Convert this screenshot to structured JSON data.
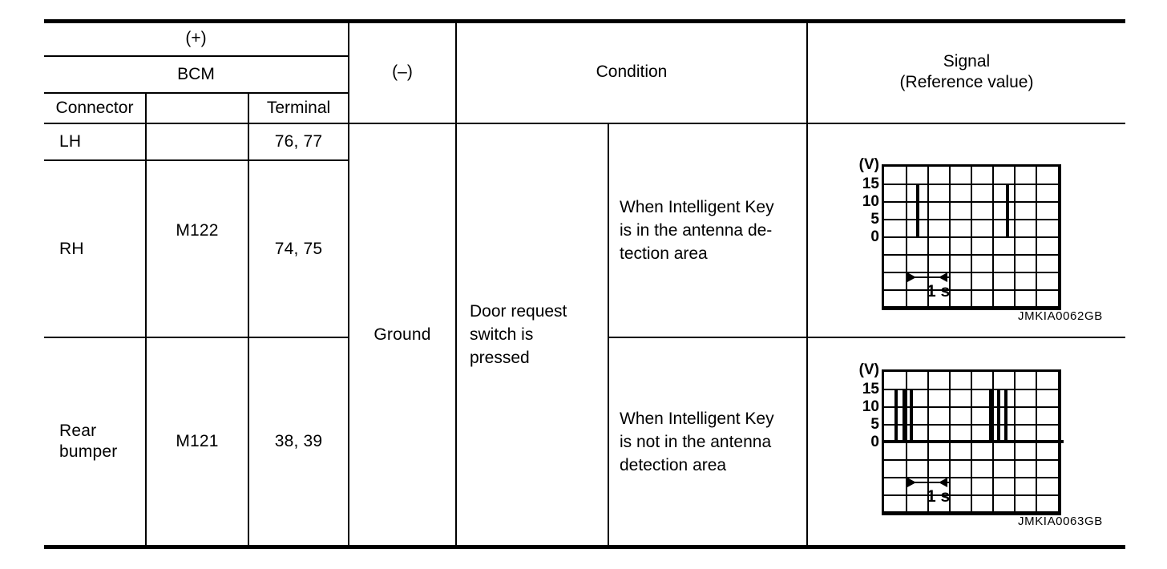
{
  "table": {
    "header": {
      "plus": "(+)",
      "bcm": "BCM",
      "connector": "Connector",
      "terminal": "Terminal",
      "minus": "(–)",
      "condition": "Condition",
      "signal_line1": "Signal",
      "signal_line2": "(Reference value)"
    },
    "rows": [
      {
        "position": "LH",
        "connector": "M122",
        "terminal": "76, 77"
      },
      {
        "position": "RH",
        "connector": "M122",
        "terminal": "74, 75"
      },
      {
        "position": "Rear\nbumper",
        "connector": "M121",
        "terminal": "38, 39"
      }
    ],
    "ground": "Ground",
    "condition_common": "Door request\nswitch is\npressed",
    "condition_upper": "When Intelligent Key\nis in the antenna de-\ntection area",
    "condition_lower": "When Intelligent Key\nis not in the antenna\ndetection area"
  },
  "chart_data": [
    {
      "type": "line",
      "title": "",
      "ylabel": "(V)",
      "xlabel": "",
      "ytick_labels": [
        "15",
        "10",
        "5",
        "0"
      ],
      "ytick_values": [
        15,
        10,
        5,
        0
      ],
      "ylim": [
        -5,
        20
      ],
      "grid": true,
      "grid_cols": 8,
      "grid_rows": 8,
      "time_marker": "1 s",
      "ref_code": "JMKIA0062GB",
      "pulses": [
        {
          "x_frac": 0.185,
          "v_low": 0,
          "v_high": 15,
          "count": 1
        },
        {
          "x_frac": 0.685,
          "v_low": 0,
          "v_high": 15,
          "count": 1
        }
      ],
      "description": "Single narrow 0-15 V pulse repeating once per cycle"
    },
    {
      "type": "line",
      "title": "",
      "ylabel": "(V)",
      "xlabel": "",
      "ytick_labels": [
        "15",
        "10",
        "5",
        "0"
      ],
      "ytick_values": [
        15,
        10,
        5,
        0
      ],
      "ylim": [
        -5,
        20
      ],
      "grid": true,
      "grid_cols": 8,
      "grid_rows": 8,
      "time_marker": "1 s",
      "ref_code": "JMKIA0063GB",
      "pulses": [
        {
          "x_frac": 0.072,
          "v_low": 0,
          "v_high": 15,
          "count": 3
        },
        {
          "x_frac": 0.6,
          "v_low": 0,
          "v_high": 15,
          "count": 3
        }
      ],
      "baseline_v": 0,
      "description": "Burst of three narrow 0-15 V pulses repeating once per cycle over a 0 V baseline"
    }
  ]
}
